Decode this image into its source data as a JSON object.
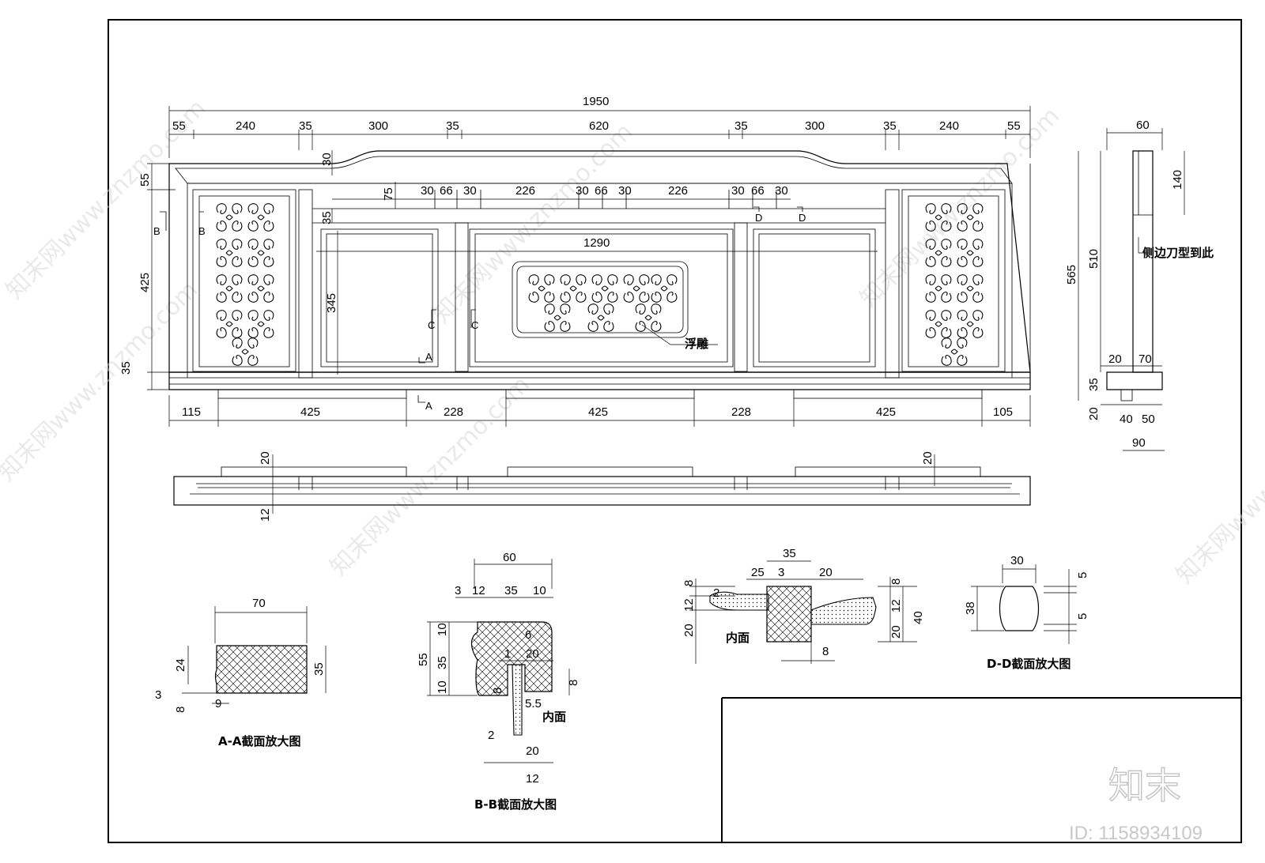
{
  "watermark": {
    "logo_text": "知末",
    "id_text": "ID: 1158934109",
    "site_text": "知末网www.znzmo.com"
  },
  "front": {
    "overall": "1950",
    "top_segments": [
      "55",
      "240",
      "35",
      "300",
      "35",
      "620",
      "35",
      "300",
      "35",
      "240",
      "55"
    ],
    "bottom_segments": [
      "115",
      "425",
      "228",
      "425",
      "228",
      "425",
      "105"
    ],
    "rail_segments": [
      "30",
      "66",
      "30",
      "226",
      "30",
      "66",
      "30",
      "226",
      "30",
      "66",
      "30"
    ],
    "left_dims": [
      "55",
      "425",
      "35"
    ],
    "inner_dims": {
      "top_rise": "30",
      "rail_depth": "75",
      "rail_band": "35",
      "panel_width": "1290",
      "panel_height": "345"
    },
    "carving_label": "浮雕",
    "section_marks": {
      "a": "A",
      "b": "B",
      "c": "C",
      "d": "D"
    }
  },
  "plan": {
    "dims": [
      "20",
      "12",
      "20"
    ]
  },
  "side": {
    "width_top": "60",
    "height_carve": "140",
    "height_total": "565",
    "height_body": "510",
    "note": "侧边刀型到此",
    "foot_dims": [
      "20",
      "70",
      "35",
      "20",
      "40",
      "50",
      "90"
    ]
  },
  "sections": [
    {
      "id": "aa",
      "title": "A-A截面放大图",
      "dims": [
        "70",
        "24",
        "35",
        "3",
        "8",
        "9"
      ]
    },
    {
      "id": "bb",
      "title": "B-B截面放大图",
      "dims": [
        "60",
        "3",
        "12",
        "35",
        "10",
        "10",
        "55",
        "35",
        "10",
        "6",
        "1",
        "20",
        "8",
        "8",
        "5.5",
        "2",
        "20",
        "12"
      ],
      "note": "内面"
    },
    {
      "id": "cc",
      "title": "",
      "dims": [
        "35",
        "25",
        "3",
        "20",
        "8",
        "12",
        "20",
        "2",
        "8",
        "12",
        "20",
        "40",
        "8"
      ],
      "note": "内面"
    },
    {
      "id": "dd",
      "title": "D-D截面放大图",
      "dims": [
        "30",
        "5",
        "38",
        "5"
      ]
    }
  ]
}
